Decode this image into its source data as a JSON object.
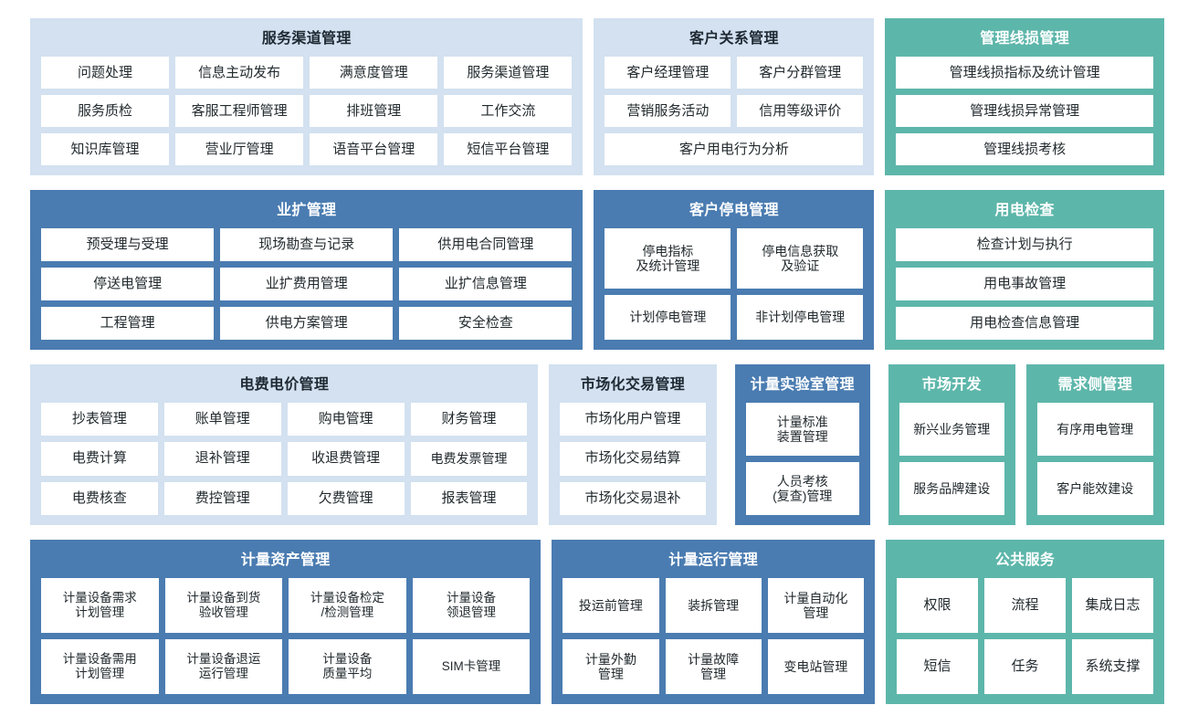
{
  "theme": {
    "background": "#ffffff",
    "panel_light_blue": "#d3e1f0",
    "panel_blue": "#4a7cb1",
    "panel_teal": "#5db6aa",
    "tile_background": "#ffffff",
    "tile_text": "#222a2e",
    "title_dark_text": "#1f2933",
    "title_light_text": "#ffffff"
  },
  "rows": [
    {
      "id": "row-1",
      "panels": [
        {
          "id": "service-channel-management",
          "title": "服务渠道管理",
          "style": "blue-light",
          "columns": 4,
          "tiles": [
            "问题处理",
            "信息主动发布",
            "满意度管理",
            "服务渠道管理",
            "服务质检",
            "客服工程师管理",
            "排班管理",
            "工作交流",
            "知识库管理",
            "营业厅管理",
            "语音平台管理",
            "短信平台管理"
          ]
        },
        {
          "id": "customer-relationship-management",
          "title": "客户关系管理",
          "style": "blue-light",
          "columns": 2,
          "tiles": [
            "客户经理管理",
            "客户分群管理",
            "营销服务活动",
            "信用等级评价",
            "客户用电行为分析"
          ],
          "wide_tiles": [
            4
          ]
        },
        {
          "id": "management-line-loss-management",
          "title": "管理线损管理",
          "style": "teal",
          "columns": 1,
          "tiles": [
            "管理线损指标及统计管理",
            "管理线损异常管理",
            "管理线损考核"
          ]
        }
      ]
    },
    {
      "id": "row-2",
      "panels": [
        {
          "id": "business-expansion-management",
          "title": "业扩管理",
          "style": "blue-dark",
          "columns": 3,
          "tiles": [
            "预受理与受理",
            "现场勘查与记录",
            "供用电合同管理",
            "停送电管理",
            "业扩费用管理",
            "业扩信息管理",
            "工程管理",
            "供电方案管理",
            "安全检查"
          ]
        },
        {
          "id": "customer-outage-management",
          "title": "客户停电管理",
          "style": "blue-dark",
          "columns": 2,
          "tiles": [
            "停电指标\n及统计管理",
            "停电信息获取\n及验证",
            "计划停电管理",
            "非计划停电管理"
          ]
        },
        {
          "id": "power-consumption-inspection",
          "title": "用电检查",
          "style": "teal",
          "columns": 1,
          "tiles": [
            "检查计划与执行",
            "用电事故管理",
            "用电检查信息管理"
          ]
        }
      ]
    },
    {
      "id": "row-3",
      "panels": [
        {
          "id": "electricity-fee-price-management",
          "title": "电费电价管理",
          "style": "blue-light",
          "columns": 4,
          "tiles": [
            "抄表管理",
            "账单管理",
            "购电管理",
            "财务管理",
            "电费计算",
            "退补管理",
            "收退费管理",
            "电费发票管理",
            "电费核查",
            "费控管理",
            "欠费管理",
            "报表管理"
          ]
        },
        {
          "id": "market-trading-management",
          "title": "市场化交易管理",
          "style": "blue-light",
          "columns": 1,
          "tiles": [
            "市场化用户管理",
            "市场化交易结算",
            "市场化交易退补"
          ]
        },
        {
          "id": "metering-laboratory-management",
          "title": "计量实验室管理",
          "style": "blue-dark",
          "columns": 1,
          "tiles": [
            "计量标准\n装置管理",
            "人员考核\n(复查)管理"
          ]
        },
        {
          "id": "market-development",
          "title": "市场开发",
          "style": "teal",
          "columns": 1,
          "tiles": [
            "新兴业务管理",
            "服务品牌建设"
          ]
        },
        {
          "id": "demand-side-management",
          "title": "需求侧管理",
          "style": "teal",
          "columns": 1,
          "tiles": [
            "有序用电管理",
            "客户能效建设"
          ]
        }
      ]
    },
    {
      "id": "row-4",
      "panels": [
        {
          "id": "metering-asset-management",
          "title": "计量资产管理",
          "style": "blue-dark",
          "columns": 4,
          "tiles": [
            "计量设备需求\n计划管理",
            "计量设备到货\n验收管理",
            "计量设备检定\n/检测管理",
            "计量设备\n领退管理",
            "计量设备需用\n计划管理",
            "计量设备退运\n运行管理",
            "计量设备\n质量平均",
            "SIM卡管理"
          ]
        },
        {
          "id": "metering-operation-management",
          "title": "计量运行管理",
          "style": "blue-dark",
          "columns": 3,
          "tiles": [
            "投运前管理",
            "装拆管理",
            "计量自动化\n管理",
            "计量外勤\n管理",
            "计量故障\n管理",
            "变电站管理"
          ]
        },
        {
          "id": "public-services",
          "title": "公共服务",
          "style": "teal",
          "columns": 3,
          "tiles": [
            "权限",
            "流程",
            "集成日志",
            "短信",
            "任务",
            "系统支撑"
          ]
        }
      ]
    }
  ]
}
